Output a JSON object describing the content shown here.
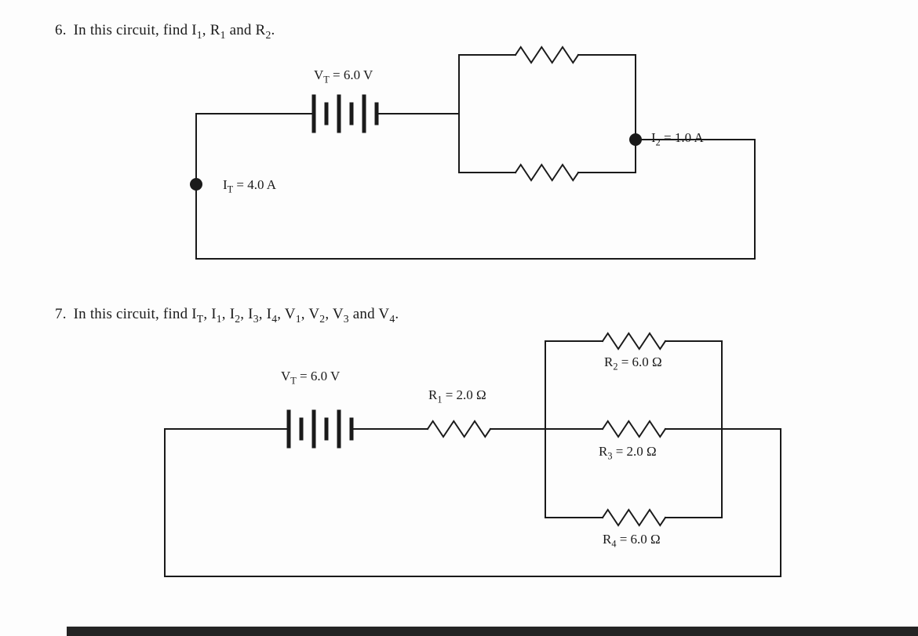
{
  "page": {
    "background": "#fdfdfd",
    "line_color": "#1a1a1a",
    "text_color": "#1a1a1a",
    "bottom_bar_color": "#242424"
  },
  "problem6": {
    "number": "6.",
    "title_parts": [
      {
        "t": "In this circuit, find I"
      },
      {
        "t": "1",
        "sub": true
      },
      {
        "t": ", R"
      },
      {
        "t": "1",
        "sub": true
      },
      {
        "t": " and R"
      },
      {
        "t": "2",
        "sub": true
      },
      {
        "t": "."
      }
    ],
    "labels": {
      "battery": [
        {
          "t": "V"
        },
        {
          "t": "T",
          "sub": true
        },
        {
          "t": " = 6.0 V"
        }
      ],
      "total_current": [
        {
          "t": "I"
        },
        {
          "t": "T",
          "sub": true
        },
        {
          "t": " = 4.0 A"
        }
      ],
      "branch_current": [
        {
          "t": "I"
        },
        {
          "t": "2",
          "sub": true
        },
        {
          "t": " = 1.0 A"
        }
      ]
    }
  },
  "problem7": {
    "number": "7.",
    "title_parts": [
      {
        "t": "In this circuit, find I"
      },
      {
        "t": "T",
        "sub": true
      },
      {
        "t": ", I"
      },
      {
        "t": "1",
        "sub": true
      },
      {
        "t": ", I"
      },
      {
        "t": "2",
        "sub": true
      },
      {
        "t": ", I"
      },
      {
        "t": "3",
        "sub": true
      },
      {
        "t": ", I"
      },
      {
        "t": "4",
        "sub": true
      },
      {
        "t": ", V"
      },
      {
        "t": "1",
        "sub": true
      },
      {
        "t": ", V"
      },
      {
        "t": "2",
        "sub": true
      },
      {
        "t": ", V"
      },
      {
        "t": "3",
        "sub": true
      },
      {
        "t": " and V"
      },
      {
        "t": "4",
        "sub": true
      },
      {
        "t": "."
      }
    ],
    "labels": {
      "battery": [
        {
          "t": "V"
        },
        {
          "t": "T",
          "sub": true
        },
        {
          "t": " = 6.0 V"
        }
      ],
      "r1": [
        {
          "t": "R"
        },
        {
          "t": "1",
          "sub": true
        },
        {
          "t": " = 2.0 Ω"
        }
      ],
      "r2": [
        {
          "t": "R"
        },
        {
          "t": "2",
          "sub": true
        },
        {
          "t": " = 6.0 Ω"
        }
      ],
      "r3": [
        {
          "t": "R"
        },
        {
          "t": "3",
          "sub": true
        },
        {
          "t": " = 2.0 Ω"
        }
      ],
      "r4": [
        {
          "t": "R"
        },
        {
          "t": "4",
          "sub": true
        },
        {
          "t": " = 6.0 Ω"
        }
      ]
    }
  }
}
